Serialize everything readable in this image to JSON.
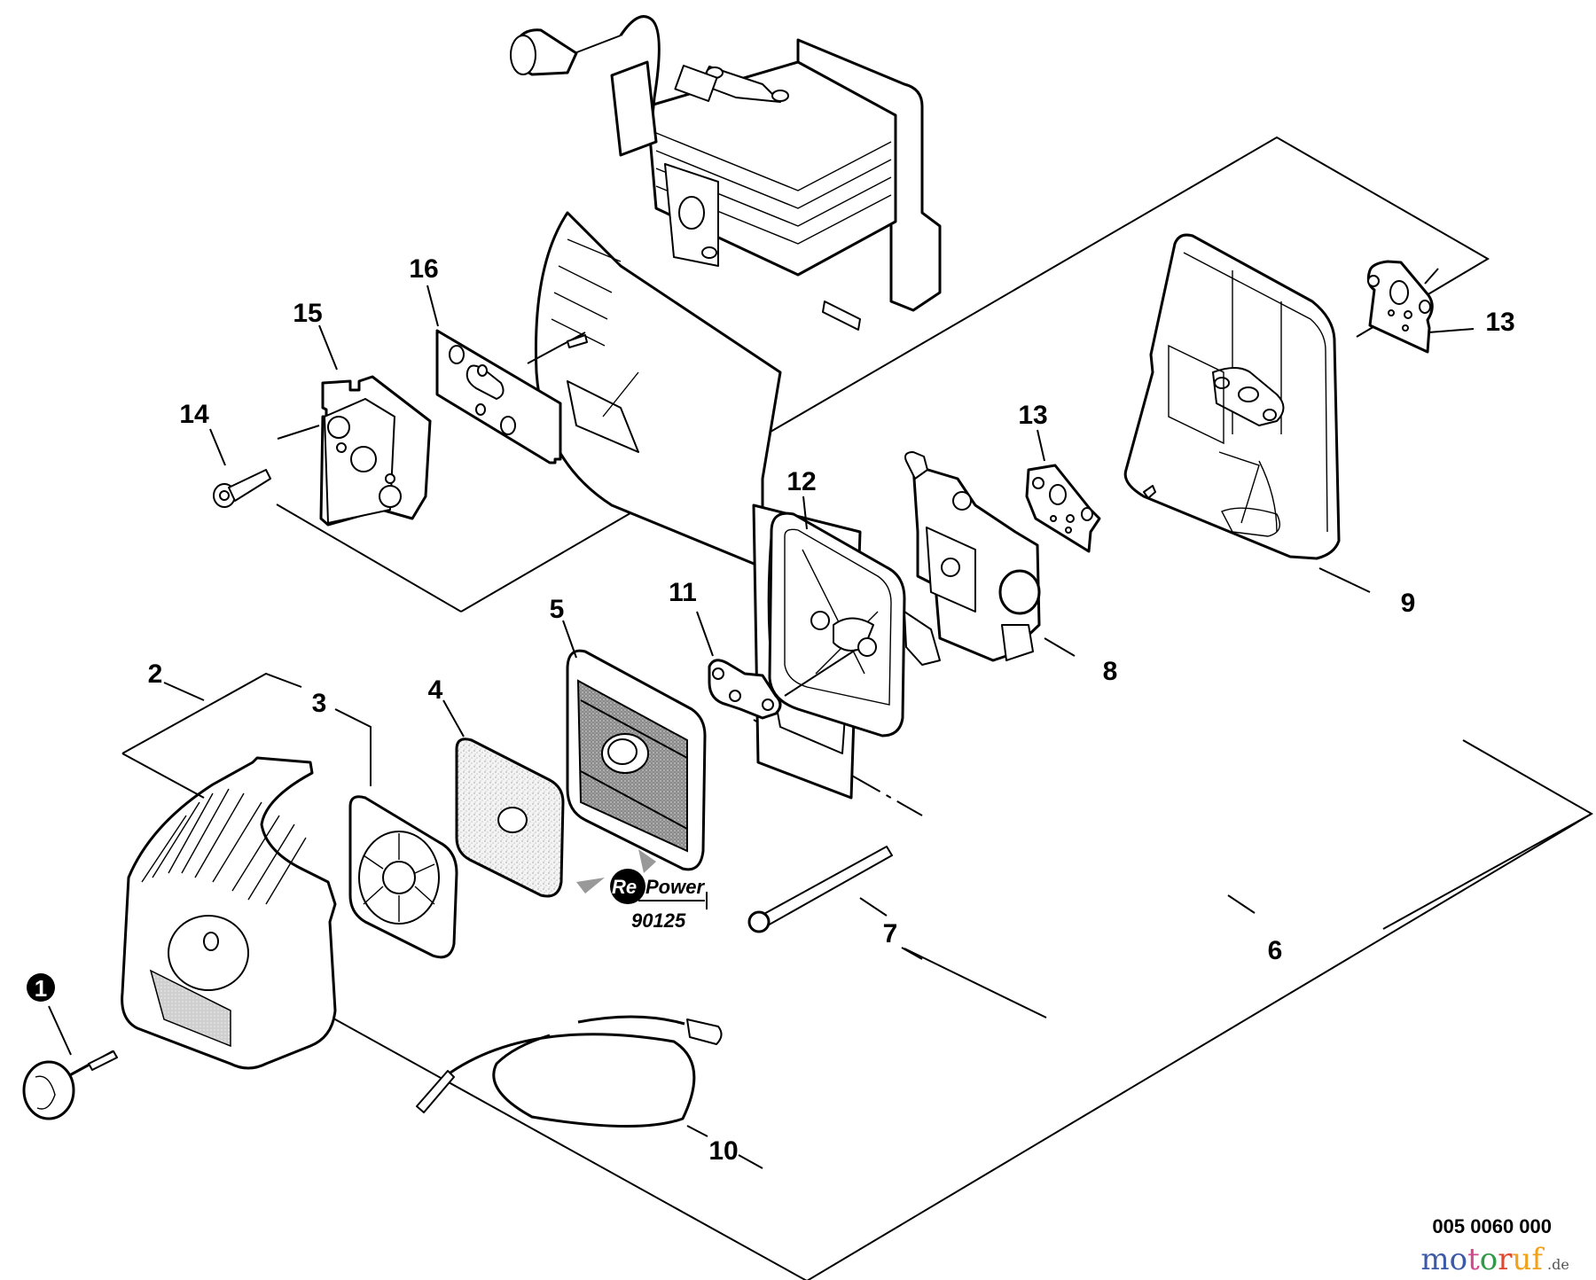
{
  "diagram": {
    "type": "exploded-parts-diagram",
    "subject": "engine air intake / air cleaner assembly",
    "drawing_number": "005 0060 000",
    "watermark": {
      "letters": [
        {
          "ch": "m",
          "color": "#3d5aa8"
        },
        {
          "ch": "o",
          "color": "#3d5aa8"
        },
        {
          "ch": "t",
          "color": "#d24a8c"
        },
        {
          "ch": "o",
          "color": "#2f9a48"
        },
        {
          "ch": "r",
          "color": "#e0472c"
        },
        {
          "ch": "u",
          "color": "#f0a21c"
        },
        {
          "ch": "f",
          "color": "#f0a21c"
        }
      ],
      "suffix": ".de"
    },
    "repower": {
      "brand": "RePower",
      "brand_prefix": "Re",
      "brand_rest": "Power",
      "part_number": "90125"
    },
    "callouts": [
      {
        "id": "c1",
        "label": "1",
        "style": "filled-circle",
        "part": "knob bolt"
      },
      {
        "id": "c2",
        "label": "2",
        "part": "air cleaner cover"
      },
      {
        "id": "c3",
        "label": "3",
        "part": "filter holder"
      },
      {
        "id": "c4",
        "label": "4",
        "part": "pre-filter foam"
      },
      {
        "id": "c5",
        "label": "5",
        "part": "air filter element"
      },
      {
        "id": "c6",
        "label": "6",
        "part": "air cleaner assembly"
      },
      {
        "id": "c7",
        "label": "7",
        "part": "bolt"
      },
      {
        "id": "c8",
        "label": "8",
        "part": "carburetor"
      },
      {
        "id": "c9",
        "label": "9",
        "part": "air cleaner case"
      },
      {
        "id": "c10",
        "label": "10",
        "part": "wire / cable"
      },
      {
        "id": "c11",
        "label": "11",
        "part": "plate"
      },
      {
        "id": "c12",
        "label": "12",
        "part": "filter base"
      },
      {
        "id": "c13a",
        "label": "13",
        "part": "gasket"
      },
      {
        "id": "c13b",
        "label": "13",
        "part": "gasket"
      },
      {
        "id": "c14",
        "label": "14",
        "part": "screw"
      },
      {
        "id": "c15",
        "label": "15",
        "part": "insulator"
      },
      {
        "id": "c16",
        "label": "16",
        "part": "gasket"
      }
    ]
  }
}
